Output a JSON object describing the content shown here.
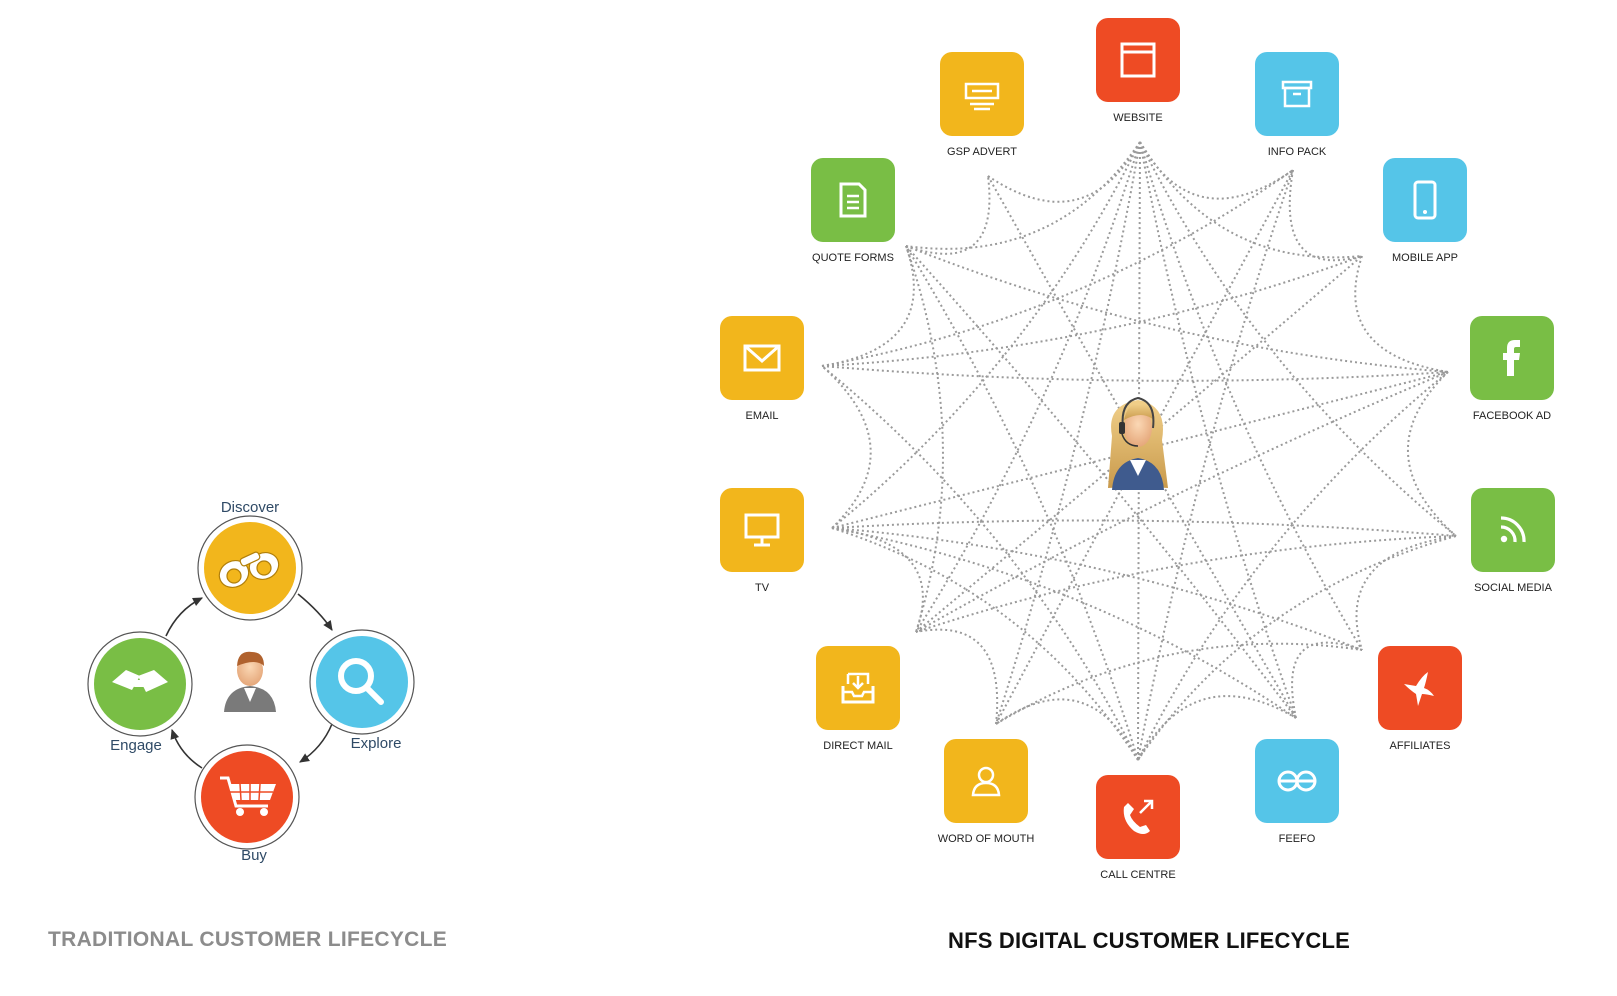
{
  "colors": {
    "yellow": "#F2B61C",
    "red": "#EE4B24",
    "blue": "#55C5E8",
    "green": "#79BE45",
    "web_line": "#9a9a9a"
  },
  "traditional": {
    "title": "TRADITIONAL CUSTOMER LIFECYCLE",
    "stages": [
      {
        "key": "discover",
        "label": "Discover",
        "icon": "binoculars-icon",
        "color": "#F2B61C"
      },
      {
        "key": "explore",
        "label": "Explore",
        "icon": "magnifier-icon",
        "color": "#55C5E8"
      },
      {
        "key": "buy",
        "label": "Buy",
        "icon": "shopping-cart-icon",
        "color": "#EE4B24"
      },
      {
        "key": "engage",
        "label": "Engage",
        "icon": "handshake-icon",
        "color": "#79BE45"
      }
    ],
    "center_icon": "person-icon"
  },
  "digital": {
    "title": "NFS DIGITAL CUSTOMER LIFECYCLE",
    "center_icon": "call-agent-icon",
    "channels": [
      {
        "key": "website",
        "label": "WEBSITE",
        "icon": "browser-window-icon",
        "color": "#EE4B24"
      },
      {
        "key": "info-pack",
        "label": "INFO PACK",
        "icon": "archive-box-icon",
        "color": "#55C5E8"
      },
      {
        "key": "mobile-app",
        "label": "MOBILE APP",
        "icon": "smartphone-icon",
        "color": "#55C5E8"
      },
      {
        "key": "facebook-ad",
        "label": "FACEBOOK AD",
        "icon": "facebook-icon",
        "color": "#79BE45"
      },
      {
        "key": "social-media",
        "label": "SOCIAL MEDIA",
        "icon": "rss-feed-icon",
        "color": "#79BE45"
      },
      {
        "key": "affiliates",
        "label": "AFFILIATES",
        "icon": "hummingbird-icon",
        "color": "#EE4B24"
      },
      {
        "key": "feefo",
        "label": "FEEFO",
        "icon": "feefo-eyes-icon",
        "color": "#55C5E8"
      },
      {
        "key": "call-centre",
        "label": "CALL CENTRE",
        "icon": "phone-call-icon",
        "color": "#EE4B24"
      },
      {
        "key": "word-of-mouth",
        "label": "WORD OF MOUTH",
        "icon": "user-outline-icon",
        "color": "#F2B61C"
      },
      {
        "key": "direct-mail",
        "label": "DIRECT MAIL",
        "icon": "inbox-tray-icon",
        "color": "#F2B61C"
      },
      {
        "key": "tv",
        "label": "TV",
        "icon": "monitor-icon",
        "color": "#F2B61C"
      },
      {
        "key": "email",
        "label": "EMAIL",
        "icon": "envelope-icon",
        "color": "#F2B61C"
      },
      {
        "key": "quote-forms",
        "label": "QUOTE FORMS",
        "icon": "document-icon",
        "color": "#79BE45"
      },
      {
        "key": "gsp-advert",
        "label": "GSP ADVERT",
        "icon": "advert-card-icon",
        "color": "#F2B61C"
      }
    ]
  }
}
